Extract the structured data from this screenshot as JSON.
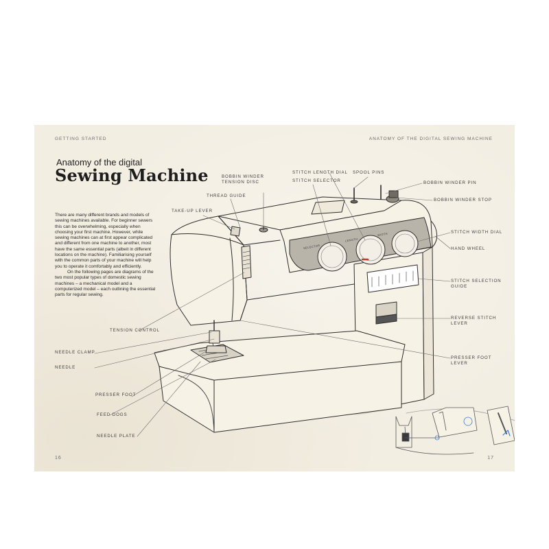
{
  "header": {
    "left": "GETTING STARTED",
    "right": "ANATOMY OF THE DIGITAL SEWING MACHINE"
  },
  "heading": {
    "subtitle": "Anatomy of the digital",
    "title": "Sewing Machine"
  },
  "intro": {
    "p1": "There are many different brands and models of sewing machines available. For beginner sewers this can be overwhelming, especially when choosing your first machine. However, while sewing machines can at first appear complicated and different from one machine to another, most have the same essential parts (albeit in different locations on the machine). Familiarising yourself with the common parts of your machine will help you to operate it comfortably and efficiently.",
    "p2": "On the following pages are diagrams of the two most popular types of domestic sewing machines – a mechanical model and a computerized model – each outlining the essential parts for regular sewing."
  },
  "labels": {
    "bobbin_winder_tension_disc": "BOBBIN WINDER\nTENSION DISC",
    "thread_guide": "THREAD GUIDE",
    "take_up_lever": "TAKE-UP LEVER",
    "tension_control": "TENSION CONTROL",
    "needle_clamp": "NEEDLE CLAMP",
    "needle": "NEEDLE",
    "presser_foot": "PRESSER FOOT",
    "feed_dogs": "FEED DOGS",
    "needle_plate": "NEEDLE PLATE",
    "stitch_length_dial": "STITCH LENGTH DIAL",
    "stitch_selector": "STITCH SELECTOR",
    "spool_pins": "SPOOL PINS",
    "bobbin_winder_pin": "BOBBIN WINDER PIN",
    "bobbin_winder_stop": "BOBBIN WINDER STOP",
    "stitch_width_dial": "STITCH WIDTH DIAL",
    "hand_wheel": "HAND WHEEL",
    "stitch_selection_guide": "STITCH SELECTION\nGUIDE",
    "reverse_stitch_lever": "REVERSE STITCH\nLEVER",
    "presser_foot_lever": "PRESSER FOOT\nLEVER"
  },
  "dials": {
    "selector": "SELECTOR",
    "length": "LENGTH",
    "width": "WIDTH"
  },
  "pages": {
    "left": "16",
    "right": "17"
  },
  "colors": {
    "page": "#f3eee2",
    "machine_body": "#f7f2e6",
    "panel": "#b9b4aa",
    "dial": "#f4efe6",
    "line": "#2c2c2c"
  }
}
